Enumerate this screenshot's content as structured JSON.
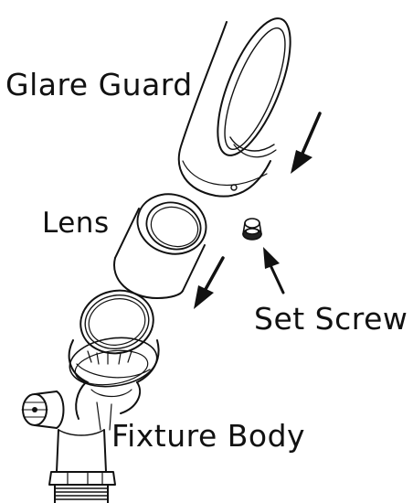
{
  "labels": {
    "glare_guard": "Glare Guard",
    "lens": "Lens",
    "set_screw": "Set Screw",
    "fixture_body": "Fixture Body"
  },
  "colors": {
    "line": "#111111",
    "background": "#ffffff"
  }
}
